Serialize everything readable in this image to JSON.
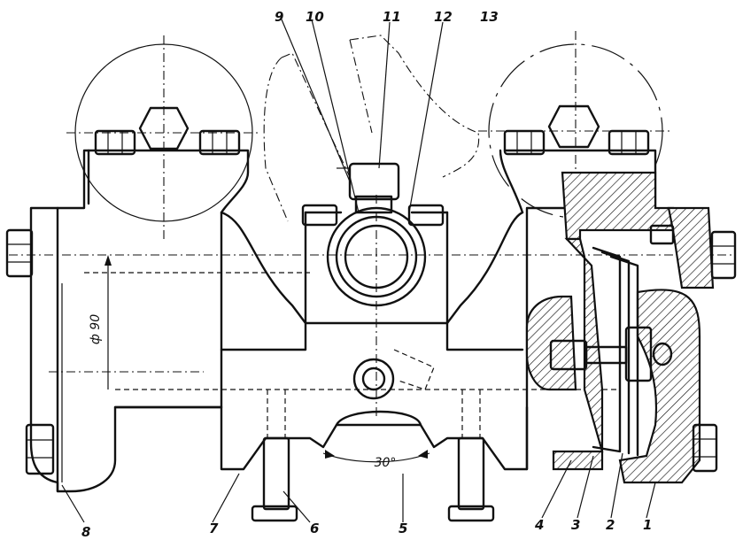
{
  "callouts": {
    "c1": "1",
    "c2": "2",
    "c3": "3",
    "c4": "4",
    "c5": "5",
    "c6": "6",
    "c7": "7",
    "c8": "8",
    "c9": "9",
    "c10": "10",
    "c11": "11",
    "c12": "12",
    "c13": "13"
  },
  "dimensions": {
    "diameter": "ф 90",
    "angle": "30°"
  },
  "colors": {
    "ink": "#111111",
    "paper": "#ffffff"
  }
}
